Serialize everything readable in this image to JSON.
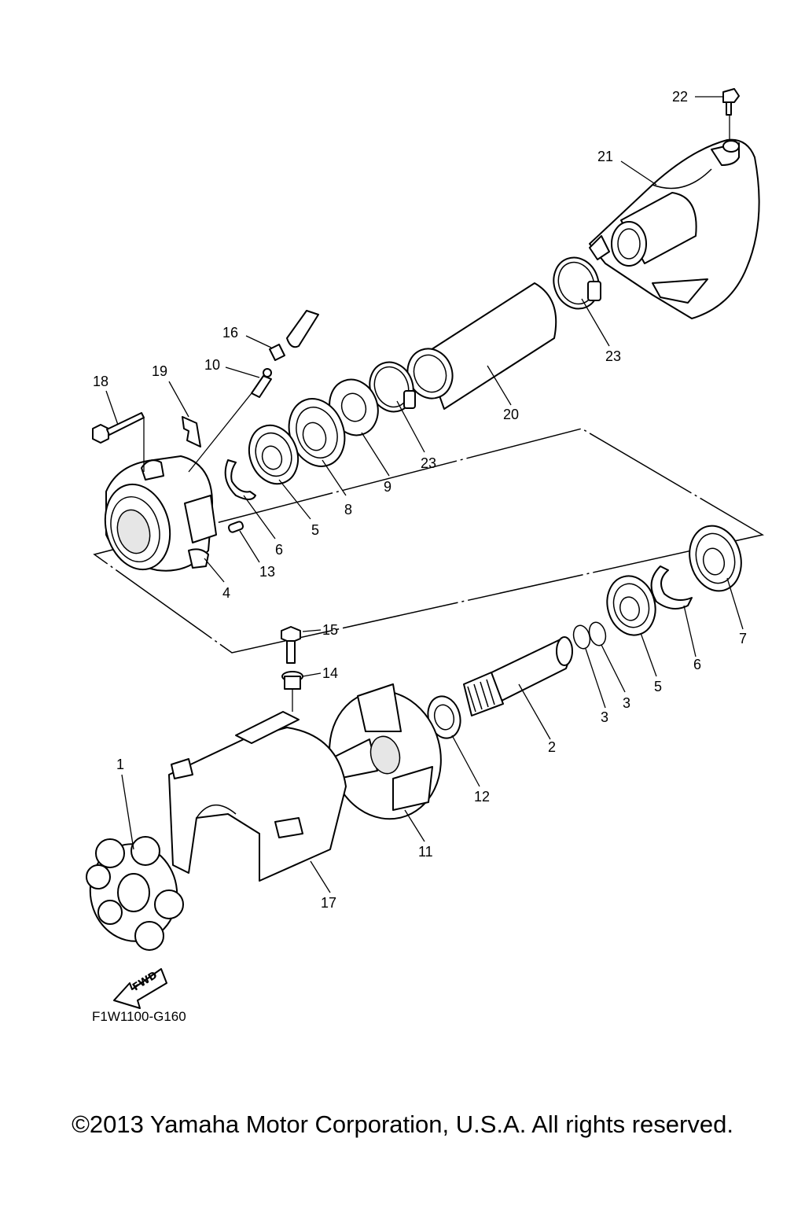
{
  "diagram": {
    "drawing_code": "F1W1100-G160",
    "fwd_label": "FWD",
    "copyright": "©2013 Yamaha Motor Corporation, U.S.A. All rights reserved.",
    "callouts": {
      "c1": "1",
      "c2": "2",
      "c3a": "3",
      "c3b": "3",
      "c4": "4",
      "c5a": "5",
      "c5b": "5",
      "c6a": "6",
      "c6b": "6",
      "c7": "7",
      "c8": "8",
      "c9": "9",
      "c10": "10",
      "c11": "11",
      "c12": "12",
      "c13": "13",
      "c14": "14",
      "c15": "15",
      "c16": "16",
      "c17": "17",
      "c18": "18",
      "c19": "19",
      "c20": "20",
      "c21": "21",
      "c22": "22",
      "c23a": "23",
      "c23b": "23"
    }
  }
}
